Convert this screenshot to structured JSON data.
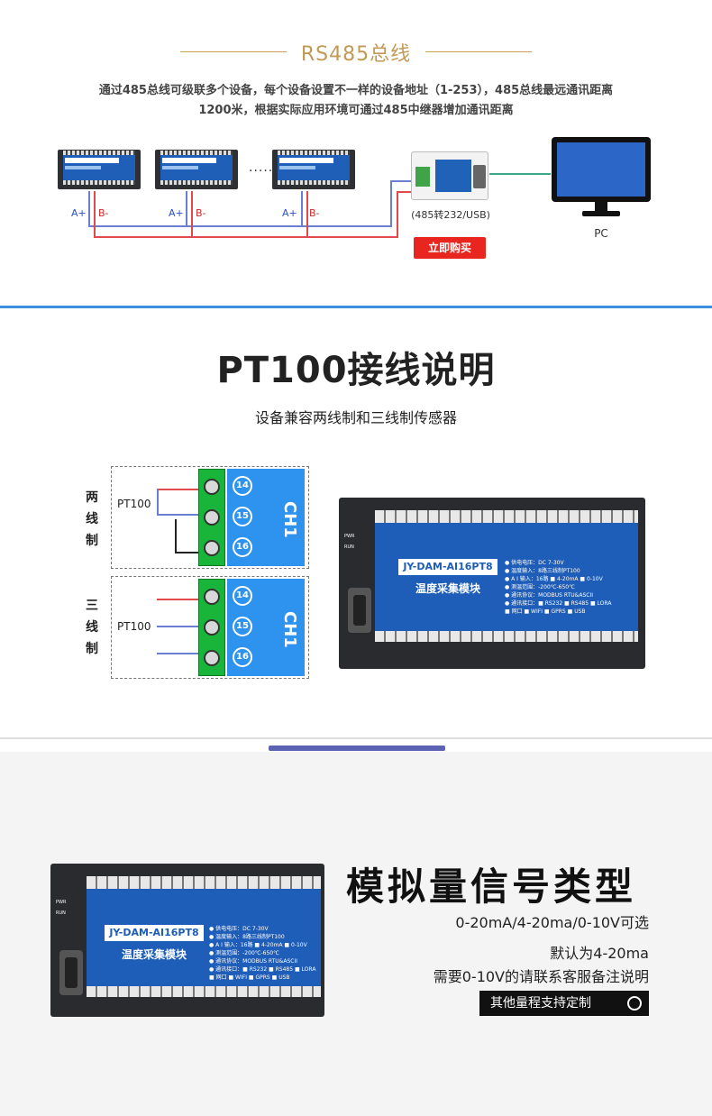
{
  "rs485": {
    "title": "RS485总线",
    "desc_line1": "通过485总线可级联多个设备，每个设备设置不一样的设备地址（1-253），485总线最远通讯距离",
    "desc_line2": "1200米，根据实际应用环境可通过485中继器增加通讯距离",
    "dots": "·······",
    "a_label": "A+",
    "b_label": "B-",
    "converter_label": "(485转232/USB)",
    "buy_label": "立即购买",
    "pc_label": "PC"
  },
  "pt100": {
    "title": "PT100接线说明",
    "subtitle": "设备兼容两线制和三线制传感器",
    "two_wire": "两线制",
    "three_wire": "三线制",
    "sensor": "PT100",
    "ch": "CH1",
    "pins": [
      "14",
      "15",
      "16"
    ]
  },
  "device": {
    "model": "JY-DAM-AI16PT8",
    "name": "温度采集模块",
    "pwr": "PWR",
    "run": "RUN",
    "specs": [
      "● 供电电压：DC 7-30V",
      "● 温度输入：8路三线制PT100",
      "● A I 输入：16路 ■ 4-20mA ■ 0-10V",
      "● 测温范围：-200℃-650℃",
      "● 通讯协议：MODBUS RTU&ASCII",
      "● 通讯接口：■ RS232 ■ RS485 ■ LORA",
      "■ 网口 ■ WIFI ■ GPRS ■ USB"
    ]
  },
  "analog": {
    "title": "模拟量信号类型",
    "line1": "0-20mA/4-20ma/0-10V可选",
    "line2": "默认为4-20ma",
    "line3": "需要0-10V的请联系客服备注说明",
    "button": "其他量程支持定制"
  },
  "colors": {
    "gold": "#c29a55",
    "blue": "#3a8fdc",
    "red": "#e8261f",
    "module_blue": "#1e5db8"
  }
}
